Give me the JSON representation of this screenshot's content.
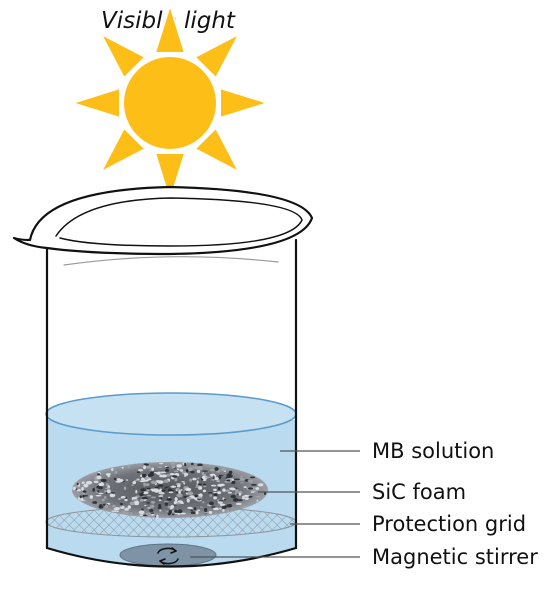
{
  "title": "Visible light",
  "icons": [
    "sun-icon",
    "beaker-icon",
    "sic-foam-icon",
    "protection-grid-icon",
    "magnetic-stirrer-icon",
    "rotation-arrows-icon"
  ],
  "colors": {
    "sun_fill": "#FDBE18",
    "sun_stroke": "#FFFFFF",
    "solution_fill": "#B9DAEF",
    "solution_stroke": "#5A9BC9",
    "foam_fill": "#6B6E74",
    "grid_stroke": "#8E959C",
    "stirrer_fill": "#7E94A6",
    "beaker_stroke": "#111111"
  },
  "labels": [
    {
      "id": "mb-solution",
      "text": "MB solution"
    },
    {
      "id": "sic-foam",
      "text": "SiC foam"
    },
    {
      "id": "protection-grid",
      "text": "Protection grid"
    },
    {
      "id": "magnetic-stirrer",
      "text": "Magnetic stirrer"
    }
  ]
}
